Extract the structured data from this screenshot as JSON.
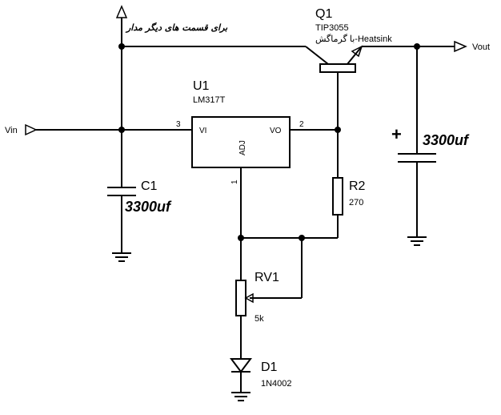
{
  "labels": {
    "vin": "Vin",
    "vout": "Vout",
    "other_parts_note": "برای قسمت های دیگر مدار",
    "q1_ref": "Q1",
    "q1_part": "TIP3055",
    "q1_note": "با گرماگش-Heatsink",
    "u1_ref": "U1",
    "u1_part": "LM317T",
    "u1_pin_vi": "VI",
    "u1_pin_vo": "VO",
    "u1_pin_adj": "ADJ",
    "u1_pin3": "3",
    "u1_pin2": "2",
    "u1_pin1": "1",
    "c1_ref": "C1",
    "c1_value": "3300uf",
    "c2_value": "3300uf",
    "c2_polarity": "+",
    "r2_ref": "R2",
    "r2_value": "270",
    "rv1_ref": "RV1",
    "rv1_value": "5k",
    "d1_ref": "D1",
    "d1_part": "1N4002"
  }
}
